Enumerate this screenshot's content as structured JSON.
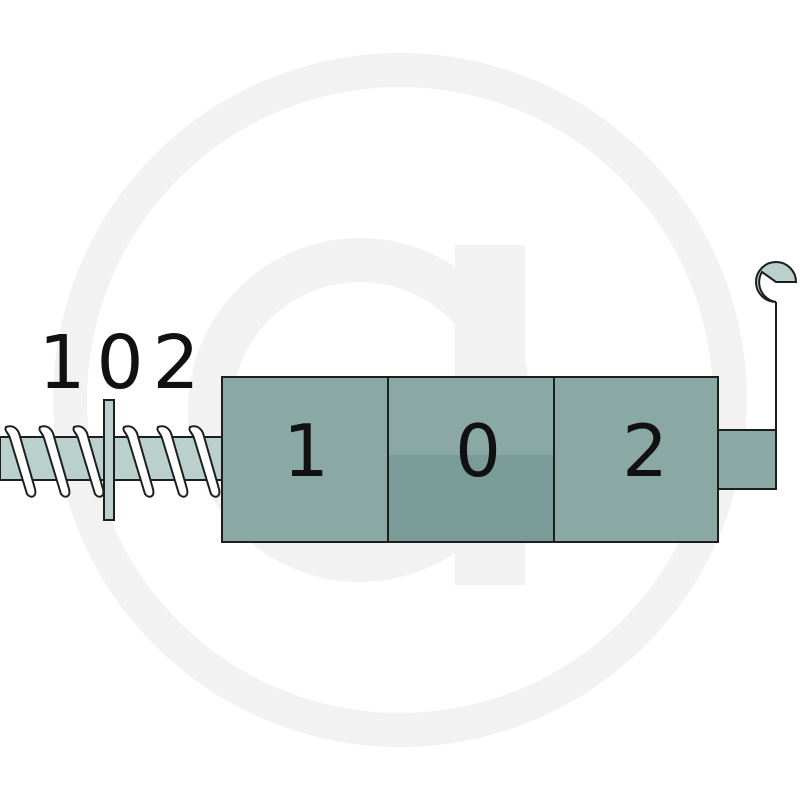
{
  "diagram": {
    "top_label": {
      "digits": [
        "1",
        "0",
        "2"
      ]
    },
    "housing": {
      "cells": [
        {
          "digit": "1"
        },
        {
          "digit": "0"
        },
        {
          "digit": "2"
        }
      ]
    },
    "colors": {
      "background": "#ffffff",
      "watermark": "#f2f2f2",
      "housing_fill": "#8aa9a5",
      "housing_shade": "#7a9c98",
      "outline": "#1e1e1e",
      "spring_fill": "#b9d0cd",
      "spring_coil": "#ffffff"
    }
  }
}
